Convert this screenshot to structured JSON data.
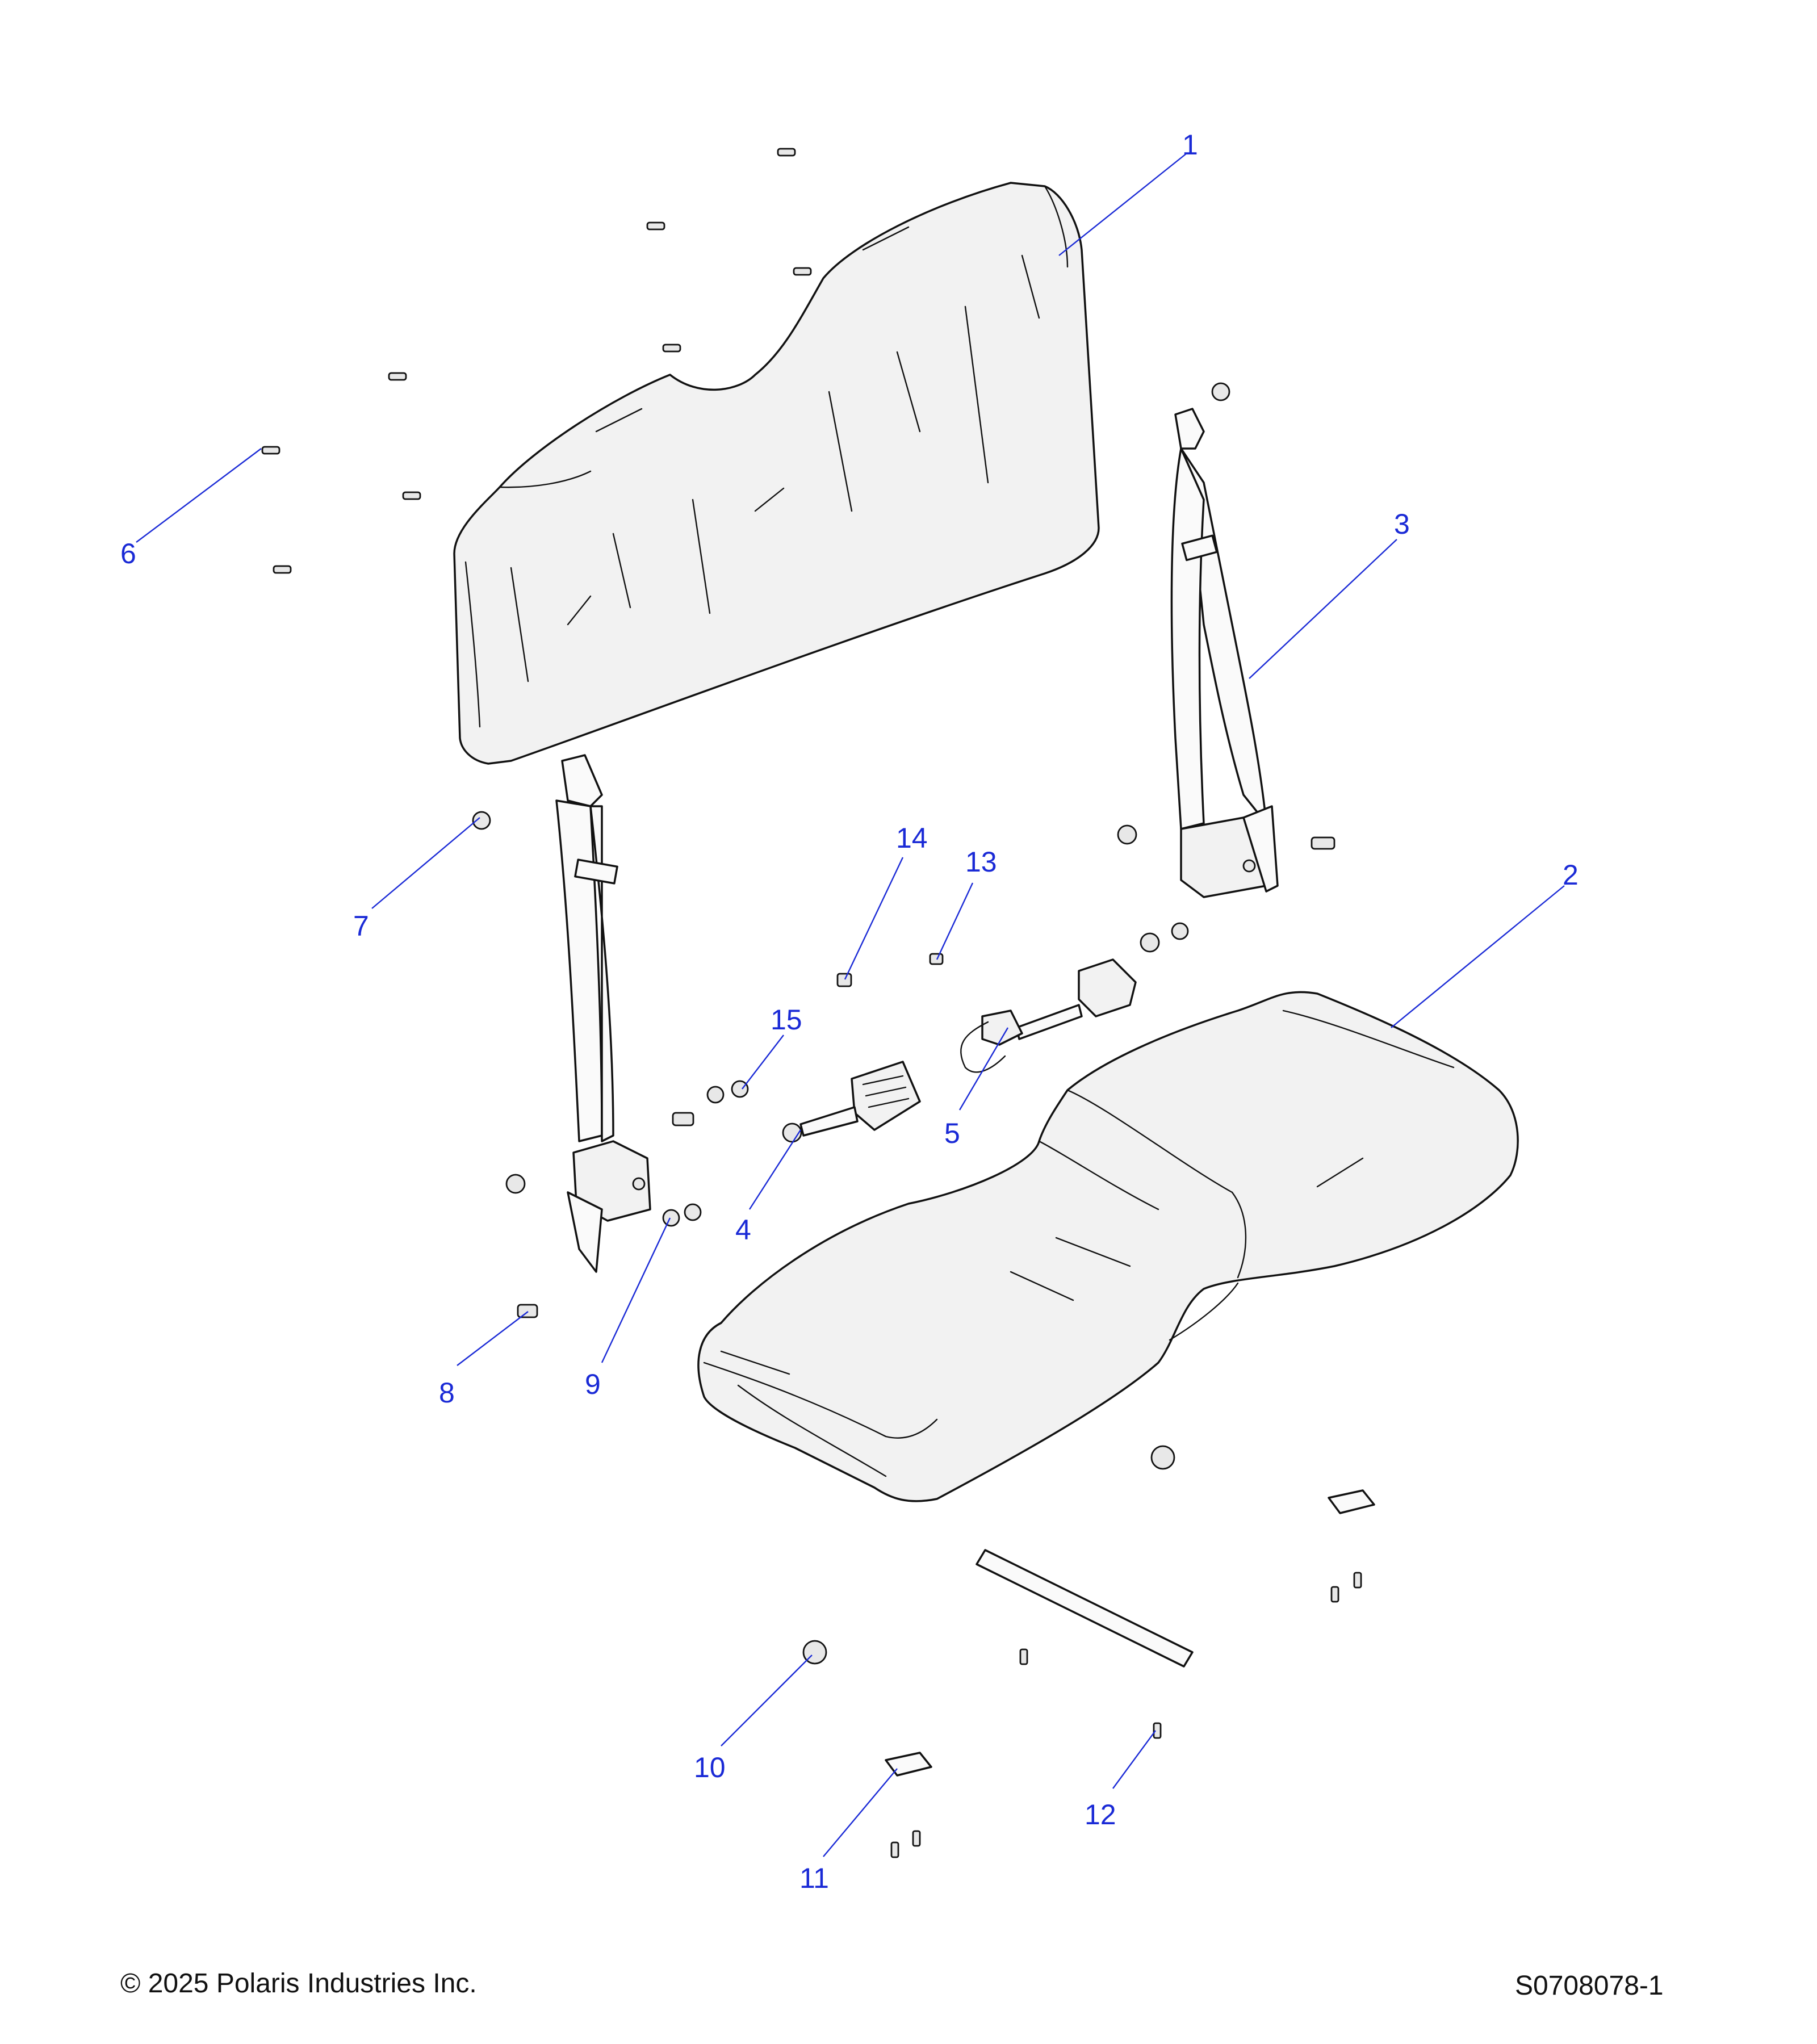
{
  "callouts": [
    "1",
    "2",
    "3",
    "4",
    "5",
    "6",
    "7",
    "8",
    "9",
    "10",
    "11",
    "12",
    "13",
    "14",
    "15"
  ],
  "footer": {
    "copyright": "© 2025 Polaris Industries Inc.",
    "figure_id": "S0708078-1"
  },
  "colors": {
    "callout": "#1a2ad6",
    "line_art": "#111111",
    "part_fill": "#f2f2f2"
  }
}
